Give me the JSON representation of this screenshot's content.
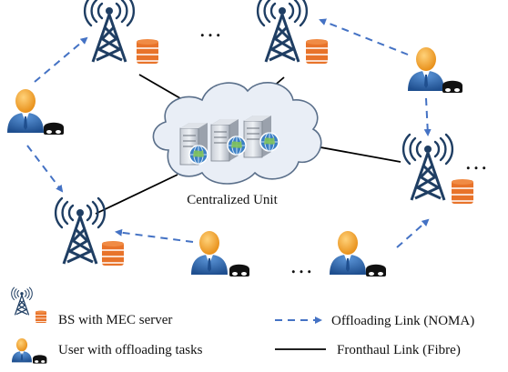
{
  "cloud": {
    "label": "Centralized Unit"
  },
  "ellipsis": "…",
  "legend": {
    "bs_mec": "BS with MEC server",
    "user": "User with offloading tasks",
    "offloading_link": "Offloading Link (NOMA)",
    "fronthaul_link": "Fronthaul Link (Fibre)"
  },
  "colors": {
    "tower": "#1f3e63",
    "tower_wave": "#1f3e63",
    "server_db": "#e8732a",
    "user_head": "#f5a623",
    "user_body": "#2d6db5",
    "offload_arrow": "#4472c4",
    "fronthaul": "#000000",
    "cloud_fill": "#e6ecf5",
    "cloud_stroke": "#5a6f8a"
  },
  "icons": {
    "tower": "antenna-tower-icon",
    "database": "mec-server-database-icon",
    "user": "user-avatar-icon",
    "headset": "vr-headset-icon",
    "server_rack": "server-rack-icon",
    "globe": "globe-icon"
  }
}
